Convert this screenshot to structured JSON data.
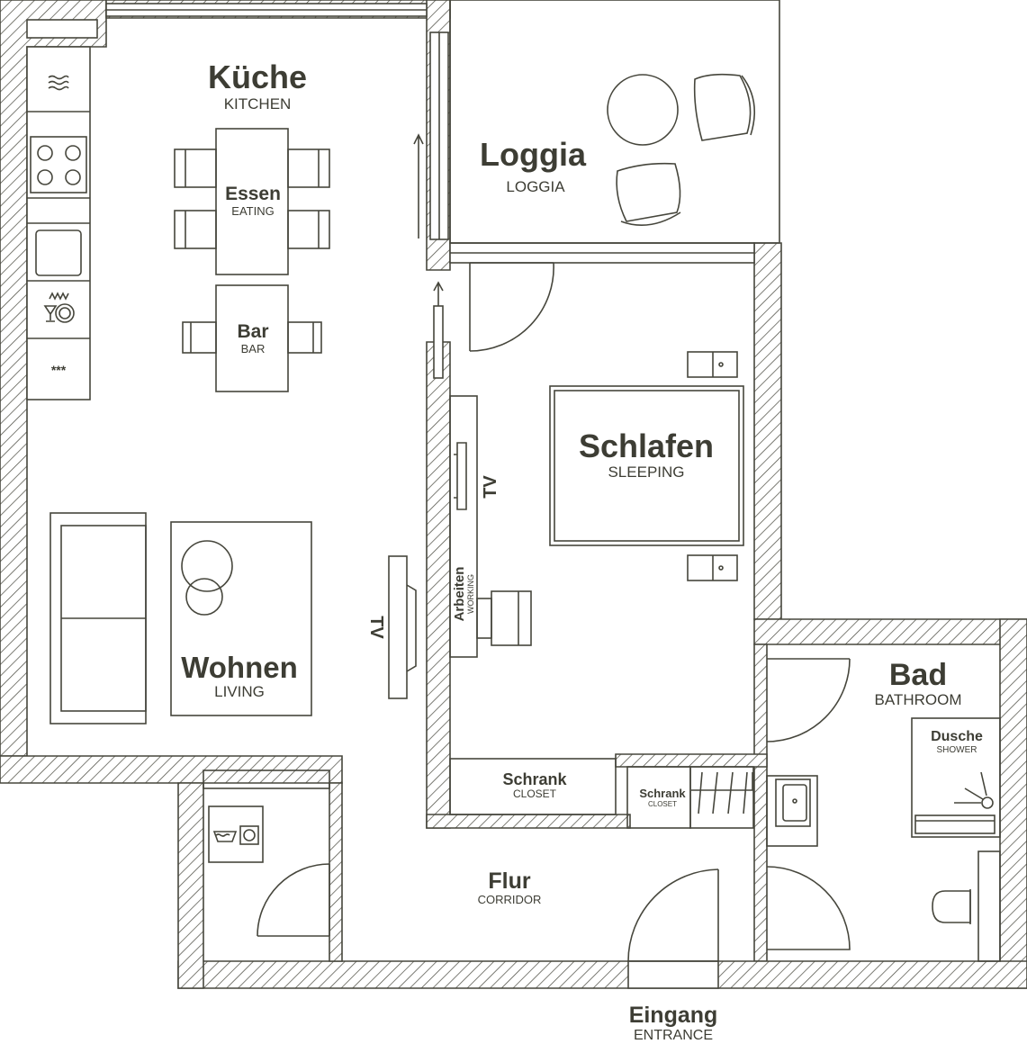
{
  "rooms": {
    "kitchen": {
      "de": "Küche",
      "en": "KITCHEN"
    },
    "loggia": {
      "de": "Loggia",
      "en": "LOGGIA"
    },
    "eating": {
      "de": "Essen",
      "en": "EATING"
    },
    "bar": {
      "de": "Bar",
      "en": "BAR"
    },
    "sleeping": {
      "de": "Schlafen",
      "en": "SLEEPING"
    },
    "living": {
      "de": "Wohnen",
      "en": "LIVING"
    },
    "bathroom": {
      "de": "Bad",
      "en": "BATHROOM"
    },
    "shower": {
      "de": "Dusche",
      "en": "SHOWER"
    },
    "closet_bedroom": {
      "de": "Schrank",
      "en": "CLOSET"
    },
    "closet_hall": {
      "de": "Schrank",
      "en": "CLOSET"
    },
    "corridor": {
      "de": "Flur",
      "en": "CORRIDOR"
    },
    "entrance": {
      "de": "Eingang",
      "en": "ENTRANCE"
    },
    "working": {
      "de": "Arbeiten",
      "en": "WORKING"
    }
  },
  "tv_living": "TV",
  "tv_bedroom": "TV",
  "fridge_symbol": "***",
  "colors": {
    "ink": "#46463c",
    "text": "#3d3d34",
    "background": "#ffffff"
  }
}
